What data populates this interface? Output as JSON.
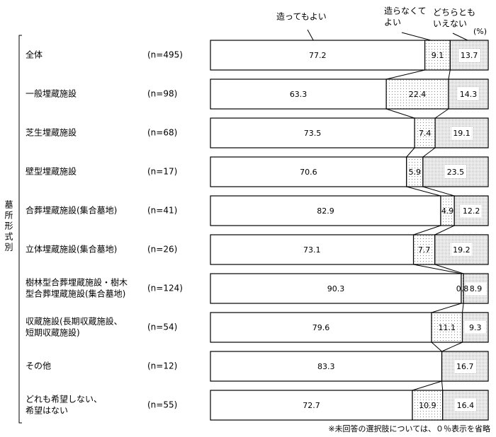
{
  "chart_data": {
    "type": "bar",
    "orientation": "horizontal-stacked-100",
    "unit_label": "(%)",
    "group_label": "墓所形式別",
    "series": [
      {
        "name": "造ってもよい",
        "pattern": "none",
        "values": [
          77.2,
          63.3,
          73.5,
          70.6,
          82.9,
          73.1,
          90.3,
          79.6,
          83.3,
          72.7
        ]
      },
      {
        "name": "造らなくてよい",
        "pattern": "light-dots",
        "values": [
          9.1,
          22.4,
          7.4,
          5.9,
          4.9,
          7.7,
          0.8,
          11.1,
          0,
          10.9
        ]
      },
      {
        "name": "どちらともいえない",
        "pattern": "dense-dots",
        "values": [
          13.7,
          14.3,
          19.1,
          23.5,
          12.2,
          19.2,
          8.9,
          9.3,
          16.7,
          16.4
        ]
      }
    ],
    "series_label_lines": [
      [
        "造ってもよい"
      ],
      [
        "造らなくて",
        "よい"
      ],
      [
        "どちらとも",
        "いえない"
      ]
    ],
    "categories": [
      {
        "lines": [
          "全体"
        ],
        "n": "(n=495)"
      },
      {
        "lines": [
          "一般埋蔵施設"
        ],
        "n": "(n=98)"
      },
      {
        "lines": [
          "芝生埋蔵施設"
        ],
        "n": "(n=68)"
      },
      {
        "lines": [
          "壁型埋蔵施設"
        ],
        "n": "(n=17)"
      },
      {
        "lines": [
          "合葬埋蔵施設(集合墓地)"
        ],
        "n": "(n=41)"
      },
      {
        "lines": [
          "立体埋蔵施設(集合墓地)"
        ],
        "n": "(n=26)"
      },
      {
        "lines": [
          "樹林型合葬埋蔵施設・樹木",
          "型合葬埋蔵施設(集合墓地)"
        ],
        "n": "(n=124)"
      },
      {
        "lines": [
          "収蔵施設(長期収蔵施設、",
          "短期収蔵施設)"
        ],
        "n": "(n=54)"
      },
      {
        "lines": [
          "その他"
        ],
        "n": "(n=12)"
      },
      {
        "lines": [
          "どれも希望しない、",
          "希望はない"
        ],
        "n": "(n=55)"
      }
    ],
    "xlim": [
      0,
      100
    ],
    "footnote": "※未回答の選択肢については、０％表示を省略"
  }
}
